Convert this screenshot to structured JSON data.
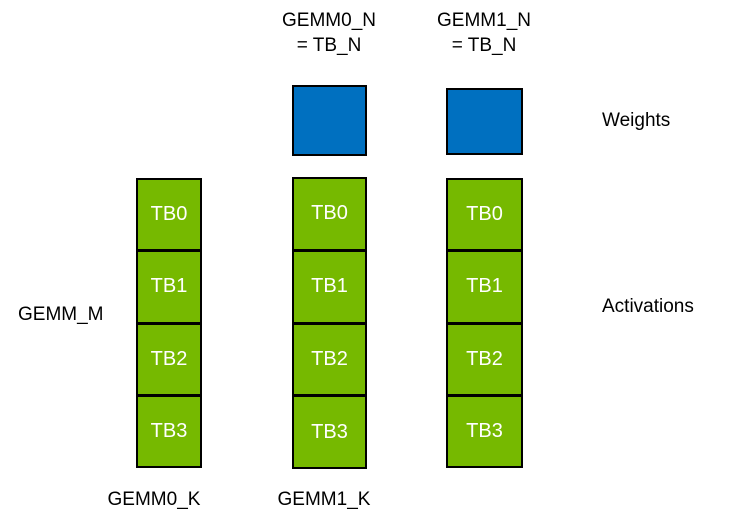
{
  "colors": {
    "background": "#FFFFFF",
    "weights_fill": "#0070C0",
    "activations_fill": "#76B900",
    "border": "#000000",
    "tb_text": "#FFFFFF",
    "label_text": "#000000"
  },
  "top_labels": {
    "gemm0": {
      "line1": "GEMM0_N",
      "line2": "= TB_N"
    },
    "gemm1": {
      "line1": "GEMM1_N",
      "line2": "= TB_N"
    }
  },
  "side_labels": {
    "gemm_m": "GEMM_M",
    "weights": "Weights",
    "activations": "Activations"
  },
  "bottom_labels": {
    "gemm0_k": "GEMM0_K",
    "gemm1_k": "GEMM1_K"
  },
  "weights_blocks": [
    {
      "id": "weight-gemm0"
    },
    {
      "id": "weight-gemm1"
    }
  ],
  "columns": [
    {
      "id": "col-left",
      "cells": [
        "TB0",
        "TB1",
        "TB2",
        "TB3"
      ]
    },
    {
      "id": "col-gemm0",
      "cells": [
        "TB0",
        "TB1",
        "TB2",
        "TB3"
      ]
    },
    {
      "id": "col-gemm1",
      "cells": [
        "TB0",
        "TB1",
        "TB2",
        "TB3"
      ]
    }
  ]
}
